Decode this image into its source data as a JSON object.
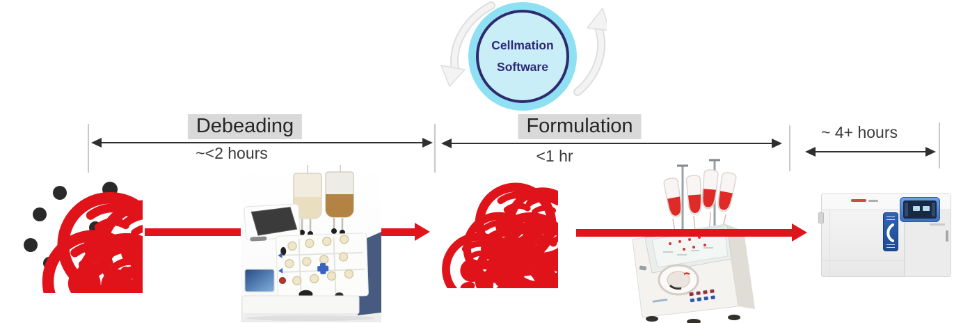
{
  "software_badge": {
    "line1": "Cellmation",
    "line2": "Software"
  },
  "phases": [
    {
      "label": "Debeading",
      "duration": "~<2 hours"
    },
    {
      "label": "Formulation",
      "duration": "<1 hr"
    },
    {
      "label": "",
      "duration": "~ 4+ hours"
    }
  ],
  "theme": {
    "process_red": "#e0151c",
    "cell_red": "#e0131b",
    "bead_dark": "#2a2a2a",
    "timeline_ink": "#2f2f2f",
    "tick_gray": "#c8c8c8",
    "label_highlight": "#d9d9d9",
    "label_ink": "#262626",
    "duration_ink": "#3a3a3a",
    "badge_ring": "#8fe0f2",
    "badge_fill": "#c9eef8",
    "badge_border": "#2e2a6e",
    "badge_text": "#2e2a78",
    "cycle_arrow": "#f3f3f3",
    "cycle_arrow_edge": "#dedede"
  }
}
